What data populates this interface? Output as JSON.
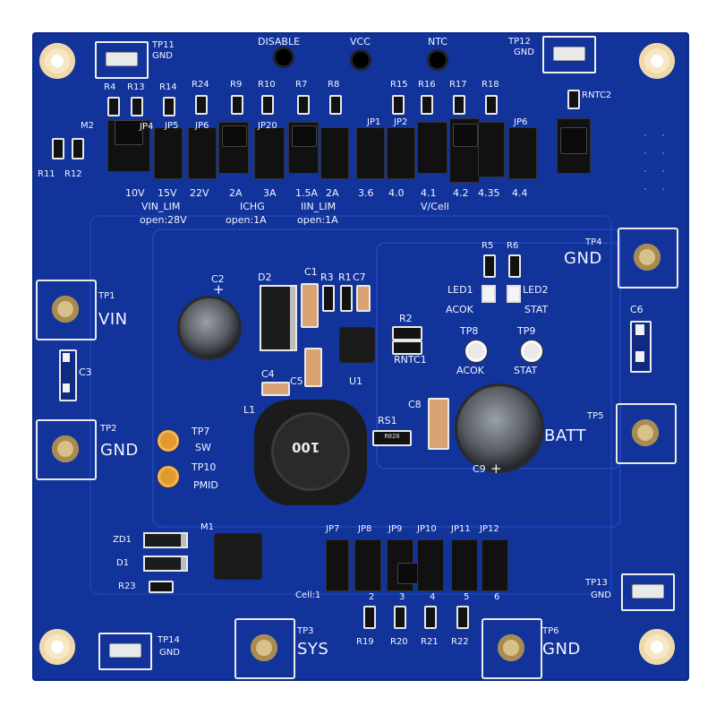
{
  "board": {
    "labels": {
      "tp11": "TP11",
      "tp11_gnd": "GND",
      "tp12": "TP12",
      "tp12_gnd": "GND",
      "tp13": "TP13",
      "tp13_gnd": "GND",
      "tp14": "TP14",
      "tp14_gnd": "GND",
      "disable": "DISABLE",
      "vcc": "VCC",
      "ntc": "NTC",
      "r4": "R4",
      "r13": "R13",
      "r14": "R14",
      "r24": "R24",
      "r9": "R9",
      "r10": "R10",
      "r7": "R7",
      "r8": "R8",
      "r15": "R15",
      "r16": "R16",
      "r17": "R17",
      "r18": "R18",
      "rntc2": "RNTC2",
      "m2": "M2",
      "jp4": "JP4",
      "jp5": "JP5",
      "jp6a": "JP6",
      "jp20": "JP20",
      "jp1": "JP1",
      "jp2": "JP2",
      "jp6b": "JP6",
      "r11": "R11",
      "r12": "R12",
      "v10": "10V",
      "v15": "15V",
      "v22": "22V",
      "a2": "2A",
      "a3": "3A",
      "a15": "1.5A",
      "a2b": "2A",
      "c36": "3.6",
      "c40": "4.0",
      "c41": "4.1",
      "c42": "4.2",
      "c435": "4.35",
      "c44": "4.4",
      "vin_lim": "VIN_LIM",
      "open28": "open:28V",
      "ichg": "ICHG",
      "open1a": "open:1A",
      "iin_lim": "IIN_LIM",
      "open1a_b": "open:1A",
      "vcell": "V/Cell",
      "tp4": "TP4",
      "gnd_tp4": "GND",
      "r5": "R5",
      "r6": "R6",
      "led1": "LED1",
      "led2": "LED2",
      "acok": "ACOK",
      "stat": "STAT",
      "c6": "C6",
      "tp1": "TP1",
      "vin": "VIN",
      "c3": "C3",
      "c2": "C2",
      "d2": "D2",
      "c1": "C1",
      "r3": "R3",
      "r1": "R1",
      "c7": "C7",
      "r2": "R2",
      "rntc1": "RNTC1",
      "tp8": "TP8",
      "tp9": "TP9",
      "acok2": "ACOK",
      "stat2": "STAT",
      "c4": "C4",
      "c5": "C5",
      "u1": "U1",
      "tp2": "TP2",
      "gnd_tp2": "GND",
      "l1": "L1",
      "rs1": "RS1",
      "c8": "C8",
      "tp5": "TP5",
      "batt": "BATT",
      "c9": "C9",
      "tp7": "TP7",
      "sw": "SW",
      "tp10": "TP10",
      "pmid": "PMID",
      "jp7": "JP7",
      "jp8": "JP8",
      "jp9": "JP9",
      "jp10": "JP10",
      "jp11": "JP11",
      "jp12": "JP12",
      "zd1": "ZD1",
      "d1": "D1",
      "m1": "M1",
      "r23": "R23",
      "cell": "Cell:1",
      "n2": "2",
      "n3": "3",
      "n4": "4",
      "n5": "5",
      "n6": "6",
      "r19": "R19",
      "r20": "R20",
      "r21": "R21",
      "r22": "R22",
      "tp3": "TP3",
      "sys": "SYS",
      "tp6": "TP6",
      "gnd_tp6": "GND"
    },
    "codes": {
      "inductor": "100",
      "rs1": "R020"
    }
  }
}
